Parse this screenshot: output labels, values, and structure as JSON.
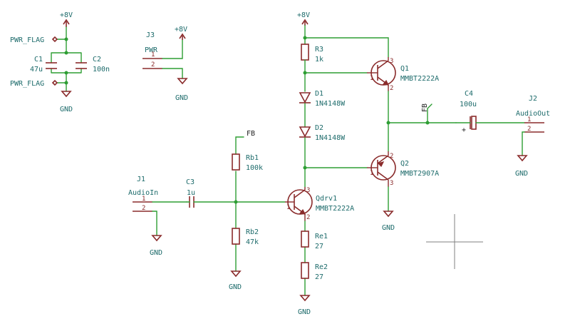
{
  "power": {
    "v8": "+8V",
    "gnd": "GND",
    "pwr_flag": "PWR_FLAG"
  },
  "net": {
    "fb": "FB"
  },
  "parts": {
    "c1": {
      "ref": "C1",
      "value": "47u"
    },
    "c2": {
      "ref": "C2",
      "value": "100n"
    },
    "c3": {
      "ref": "C3",
      "value": "1u"
    },
    "c4": {
      "ref": "C4",
      "value": "100u"
    },
    "r3": {
      "ref": "R3",
      "value": "1k"
    },
    "rb1": {
      "ref": "Rb1",
      "value": "100k"
    },
    "rb2": {
      "ref": "Rb2",
      "value": "47k"
    },
    "re1": {
      "ref": "Re1",
      "value": "27"
    },
    "re2": {
      "ref": "Re2",
      "value": "27"
    },
    "d1": {
      "ref": "D1",
      "value": "1N4148W"
    },
    "d2": {
      "ref": "D2",
      "value": "1N4148W"
    },
    "q1": {
      "ref": "Q1",
      "value": "MMBT2222A"
    },
    "q2": {
      "ref": "Q2",
      "value": "MMBT2907A"
    },
    "qdrv1": {
      "ref": "Qdrv1",
      "value": "MMBT2222A"
    },
    "j1": {
      "ref": "J1",
      "value": "AudioIn"
    },
    "j2": {
      "ref": "J2",
      "value": "AudioOut"
    },
    "j3": {
      "ref": "J3",
      "value": "PWR"
    }
  },
  "pins": {
    "p1": "1",
    "p2": "2",
    "p3": "3",
    "plus": "+"
  }
}
